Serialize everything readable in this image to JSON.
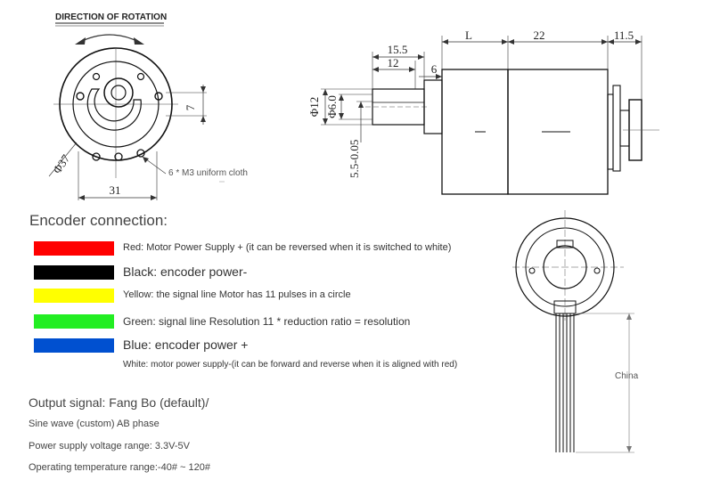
{
  "rotation_title": "DIRECTION OF ROTATION",
  "front_view": {
    "diameter_label": "Φ37",
    "width_label": "31",
    "offset_label": "7",
    "hole_note": "6 * M3 uniform cloth"
  },
  "side_view": {
    "dims": {
      "d15_5": "15.5",
      "d12": "12",
      "d6": "6",
      "dL": "L",
      "d22": "22",
      "d11_5": "11.5",
      "phi12": "Φ12",
      "phi6": "Φ6.0",
      "flat": "5.5-0.05"
    }
  },
  "encoder": {
    "heading": "Encoder connection:",
    "wires": [
      {
        "color": "#ff0000",
        "text": "Red: Motor Power Supply + (it can be reversed when it is switched to white)"
      },
      {
        "color": "#000000",
        "text": "Black: encoder power-"
      },
      {
        "color": "#ffff00",
        "text": "Yellow: the signal line Motor has 11 pulses in a circle"
      },
      {
        "color": "#22ee22",
        "text": "Green: signal line Resolution 11 * reduction ratio = resolution"
      },
      {
        "color": "#0050d0",
        "text": "Blue: encoder power +"
      },
      {
        "color": "#ffffff",
        "text": "White: motor power supply-(it can be forward and reverse when it is aligned with red)"
      }
    ]
  },
  "specs": {
    "output_signal": "Output signal: Fang Bo (default)/",
    "sine_wave": "Sine wave (custom) AB phase",
    "voltage": "Power supply voltage range: 3.3V-5V",
    "temperature": "Operating temperature range:-40# ~ 120#"
  },
  "encoder_view": {
    "length_label": "China"
  }
}
